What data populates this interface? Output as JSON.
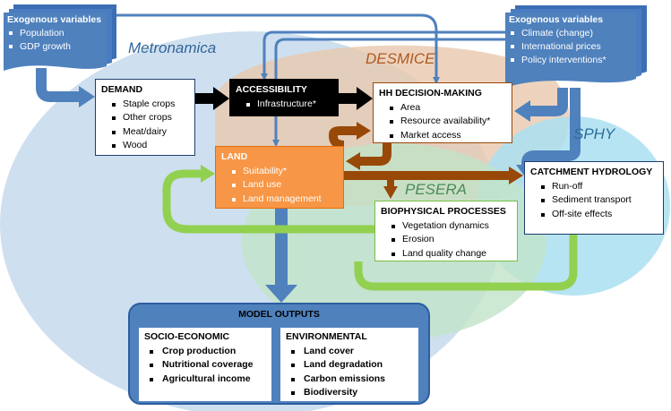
{
  "regions": {
    "metronamica": "Metronamica",
    "desmice": "DESMICE",
    "sphy": "SPHY",
    "pesera": "PESERA"
  },
  "exo_left": {
    "title": "Exogenous variables",
    "items": [
      "Population",
      "GDP growth"
    ]
  },
  "exo_right": {
    "title": "Exogenous variables",
    "items": [
      "Climate (change)",
      "International prices",
      "Policy interventions*"
    ]
  },
  "demand": {
    "title": "DEMAND",
    "items": [
      "Staple crops",
      "Other crops",
      "Meat/dairy",
      "Wood"
    ]
  },
  "accessibility": {
    "title": "ACCESSIBILITY",
    "items": [
      "Infrastructure*"
    ]
  },
  "hh": {
    "title": "HH DECISION-MAKING",
    "items": [
      "Area",
      "Resource availability*",
      "Market access"
    ]
  },
  "land": {
    "title": "LAND",
    "items": [
      "Suitability*",
      "Land use",
      "Land management"
    ]
  },
  "catchment": {
    "title": "CATCHMENT HYDROLOGY",
    "items": [
      "Run-off",
      "Sediment transport",
      "Off-site effects"
    ]
  },
  "bio": {
    "title": "BIOPHYSICAL PROCESSES",
    "items": [
      "Vegetation dynamics",
      "Erosion",
      "Land quality change"
    ]
  },
  "outputs": {
    "title": "MODEL OUTPUTS",
    "socio": {
      "title": "SOCIO-ECONOMIC",
      "items": [
        "Crop production",
        "Nutritional coverage",
        "Agricultural income"
      ]
    },
    "env": {
      "title": "ENVIRONMENTAL",
      "items": [
        "Land cover",
        "Land degradation",
        "Carbon emissions",
        "Biodiversity"
      ]
    }
  },
  "colors": {
    "blue_arrow": "#4f81bd",
    "black_arrow": "#000000",
    "brown_arrow": "#984807",
    "green_arrow": "#92d050",
    "land_orange": "#f79646"
  }
}
